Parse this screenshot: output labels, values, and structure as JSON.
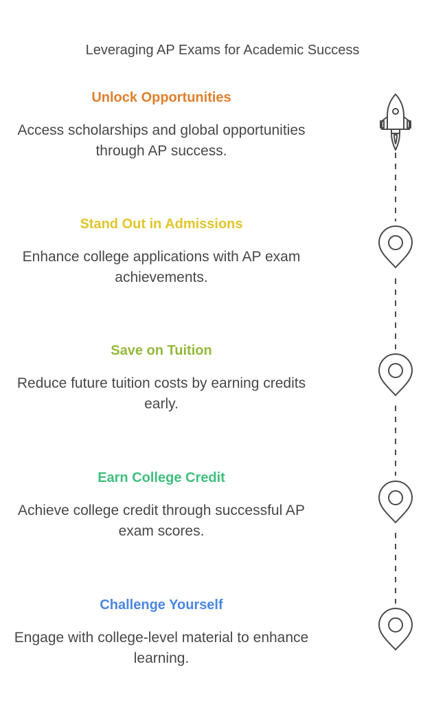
{
  "title": "Leveraging AP Exams for Academic Success",
  "colors": {
    "text": "#474747",
    "icon_stroke": "#4a4a4a"
  },
  "steps": [
    {
      "title": "Unlock Opportunities",
      "description": "Access scholarships and global opportunities through AP success.",
      "color": "#e07f2c",
      "icon": "rocket-icon"
    },
    {
      "title": "Stand Out in Admissions",
      "description": "Enhance college applications with AP exam achievements.",
      "color": "#e2c52a",
      "icon": "location-pin-icon"
    },
    {
      "title": "Save on Tuition",
      "description": "Reduce future tuition costs by earning credits early.",
      "color": "#94b93a",
      "icon": "location-pin-icon"
    },
    {
      "title": "Earn College Credit",
      "description": "Achieve college credit through successful AP exam scores.",
      "color": "#3fbf7e",
      "icon": "location-pin-icon"
    },
    {
      "title": "Challenge Yourself",
      "description": "Engage with college-level material to enhance learning.",
      "color": "#4a86e0",
      "icon": "location-pin-icon"
    }
  ]
}
